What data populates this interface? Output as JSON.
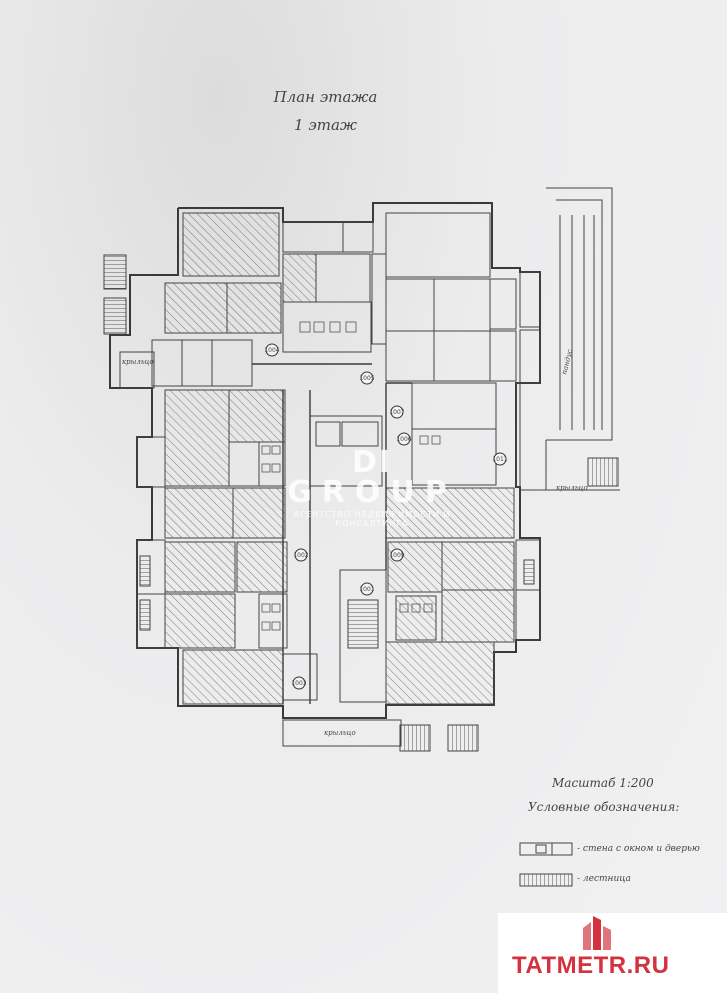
{
  "plan": {
    "title_line1": "План этажа",
    "title_line2": "1 этаж",
    "scale": "Масштаб 1:200",
    "legend_title": "Условные обозначения:",
    "legend_items": [
      {
        "label": "- стена с окном и дверью"
      },
      {
        "label": "- лестница"
      }
    ],
    "porch_labels": [
      "крыльцо",
      "крыльцо",
      "крыльцо"
    ],
    "ramp_label": "пандус",
    "section_ids": [
      "1004",
      "1005",
      "1007",
      "1006",
      "1011",
      "1009",
      "1001",
      "1002",
      "1003"
    ]
  },
  "watermark": {
    "line1": "DI",
    "line2": "GROUP",
    "line3": "АГЕНТСТВО НЕДВИЖИМОСТИ И КОНСАЛТИНГА"
  },
  "branding": {
    "site": "TATMETR.RU",
    "color": "#d3323e"
  }
}
